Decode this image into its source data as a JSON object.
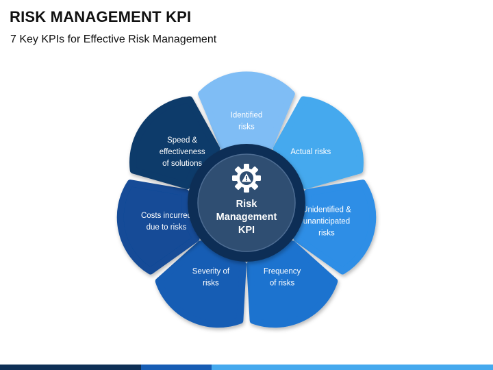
{
  "header": {
    "title": "RISK MANAGEMENT KPI",
    "subtitle": "7 Key KPIs for Effective Risk Management"
  },
  "center": {
    "icon": "gear-warning-icon",
    "lines": [
      "Risk",
      "Management",
      "KPI"
    ]
  },
  "petals": [
    {
      "id": "identified-risks",
      "lines": [
        "Identified",
        "risks"
      ],
      "color": "#7FBDF5"
    },
    {
      "id": "actual-risks",
      "lines": [
        "Actual risks"
      ],
      "color": "#45A9EE"
    },
    {
      "id": "unidentified-risks",
      "lines": [
        "Unidentified &",
        "unanticipated",
        "risks"
      ],
      "color": "#2D8EE6"
    },
    {
      "id": "frequency-of-risks",
      "lines": [
        "Frequency",
        "of risks"
      ],
      "color": "#1F73CF"
    },
    {
      "id": "severity-of-risks",
      "lines": [
        "Severity of",
        "risks"
      ],
      "color": "#175DB4"
    },
    {
      "id": "costs-incurred",
      "lines": [
        "Costs incurred",
        "due to risks"
      ],
      "color": "#124B97"
    },
    {
      "id": "speed-effectiveness",
      "lines": [
        "Speed &",
        "effectiveness",
        "of solutions"
      ],
      "color": "#0F3A6B"
    }
  ],
  "colors": {
    "center_ring": "#0E2F56",
    "center_fill": "#2F4E72",
    "footer": [
      "#0E2F56",
      "#175DB4",
      "#45A9EE"
    ]
  }
}
